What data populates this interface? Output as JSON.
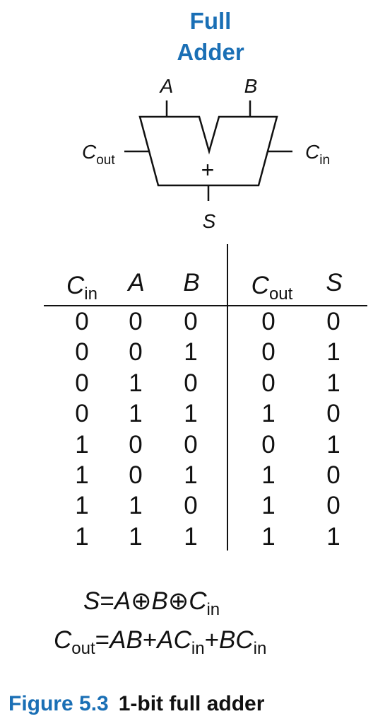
{
  "title": {
    "line1": "Full",
    "line2": "Adder"
  },
  "symbol": {
    "input_a": "A",
    "input_b": "B",
    "carry_out": "C",
    "carry_out_sub": "out",
    "carry_in": "C",
    "carry_in_sub": "in",
    "operator": "+",
    "output_s": "S"
  },
  "truth_table": {
    "headers": [
      {
        "main": "C",
        "sub": "in"
      },
      {
        "main": "A",
        "sub": ""
      },
      {
        "main": "B",
        "sub": ""
      },
      {
        "main": "C",
        "sub": "out"
      },
      {
        "main": "S",
        "sub": ""
      }
    ],
    "rows": [
      [
        "0",
        "0",
        "0",
        "0",
        "0"
      ],
      [
        "0",
        "0",
        "1",
        "0",
        "1"
      ],
      [
        "0",
        "1",
        "0",
        "0",
        "1"
      ],
      [
        "0",
        "1",
        "1",
        "1",
        "0"
      ],
      [
        "1",
        "0",
        "0",
        "0",
        "1"
      ],
      [
        "1",
        "0",
        "1",
        "1",
        "0"
      ],
      [
        "1",
        "1",
        "0",
        "1",
        "0"
      ],
      [
        "1",
        "1",
        "1",
        "1",
        "1"
      ]
    ]
  },
  "equations": {
    "eq1": {
      "lhs": "S",
      "eqsign": "=",
      "a": "A",
      "xor1": "⊕",
      "b": "B",
      "xor2": "⊕",
      "c": "C",
      "c_sub": "in"
    },
    "eq2": {
      "lhs": "C",
      "lhs_sub": "out",
      "eqsign": "=",
      "t1": "AB",
      "plus1": "+",
      "t2": "AC",
      "t2_sub": "in",
      "plus2": "+",
      "t3": "BC",
      "t3_sub": "in"
    }
  },
  "caption": {
    "figure": "Figure 5.3",
    "text": "1-bit full adder"
  }
}
